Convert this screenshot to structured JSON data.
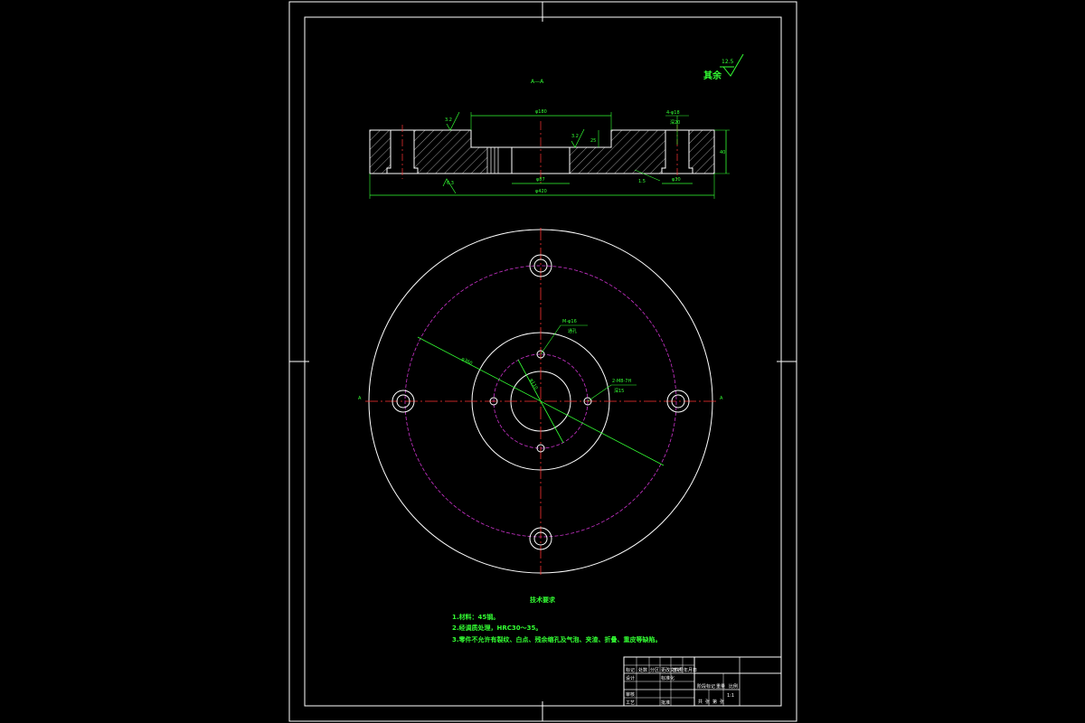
{
  "colors": {
    "background": "#000000",
    "outline": "#ffffff",
    "annotation": "#33ff33",
    "centerline": "#ff3333",
    "pitch_circle": "#cc33cc",
    "hatch": "#ffffff",
    "title_text": "#ffff66"
  },
  "section": {
    "title": "A—A",
    "dims": {
      "top_bore": "φ180",
      "depth": "25",
      "bottom_bore": "φ87",
      "overall_dia": "φ420",
      "height": "40",
      "cbore_dia": "φ30",
      "roughness_left": "3.2",
      "roughness_bore": "3.2",
      "roughness_bottom": "6.3",
      "hole_callout_top": "4-φ18",
      "hole_callout_sub": "深20",
      "chamfer": "1.5"
    }
  },
  "roughness_mark": {
    "label": "其余",
    "value": "12.5"
  },
  "plan": {
    "section_mark_left": "A",
    "section_mark_right": "A",
    "pitch_dia": "φ360",
    "inner_pitch": "φ110",
    "callout_threaded": "M-φ16",
    "callout_threaded_sub": "通孔",
    "callout_tapped": "2-M8-7H",
    "callout_tapped_sub": "深15"
  },
  "notes": {
    "heading": "技术要求",
    "items": [
      "1.材料：45钢。",
      "2.经调质处理，HRC30～35。",
      "3.零件不允许有裂纹、白点、残余缩孔及气泡、夹渣、折叠、重皮等缺陷。"
    ]
  },
  "title_block": {
    "row1": [
      "标记",
      "处数",
      "分区",
      "更改文件号",
      "签名",
      "年月日"
    ],
    "row2": [
      "设计",
      "",
      "标准化"
    ],
    "row3": [
      "审核",
      "",
      ""
    ],
    "row4": [
      "工艺",
      "",
      "批准"
    ],
    "stage_label": [
      "阶段标记",
      "重量",
      "比例"
    ],
    "scale": "1:1",
    "sheet": [
      "共",
      "张",
      "第",
      "张"
    ]
  }
}
